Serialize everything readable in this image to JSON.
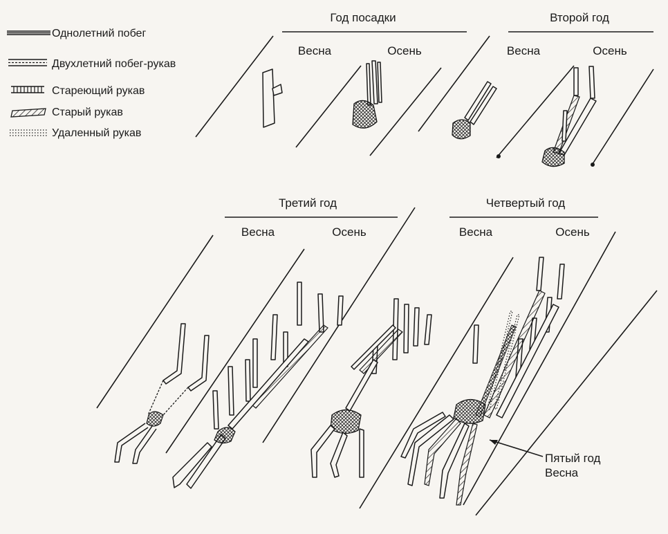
{
  "legend": [
    {
      "label": "Однолетний побег"
    },
    {
      "label": "Двухлетний побег-рукав"
    },
    {
      "label": "Стареющий рукав"
    },
    {
      "label": "Старый рукав"
    },
    {
      "label": "Удаленный рукав"
    }
  ],
  "panels": [
    {
      "title": "Год посадки",
      "spring": "Весна",
      "autumn": "Осень"
    },
    {
      "title": "Второй год",
      "spring": "Весна",
      "autumn": "Осень"
    },
    {
      "title": "Третий год",
      "spring": "Весна",
      "autumn": "Осень"
    },
    {
      "title": "Четвертый год",
      "spring": "Весна",
      "autumn": "Осень"
    }
  ],
  "annotation": {
    "line1": "Пятый год",
    "line2": "Весна"
  }
}
